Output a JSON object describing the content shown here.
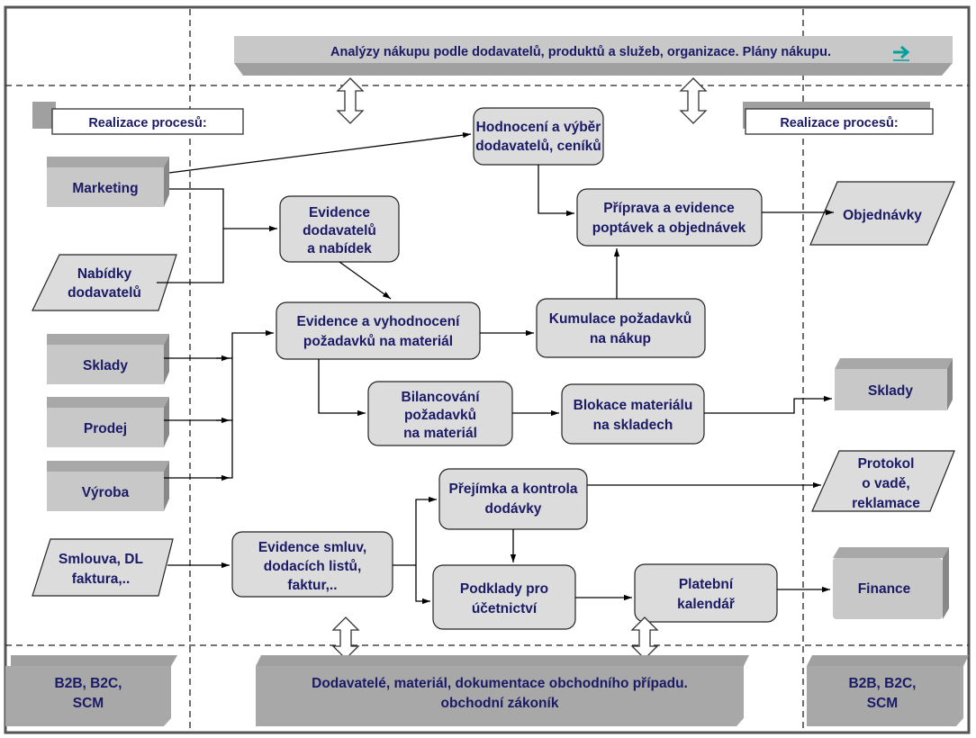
{
  "banner": {
    "top": "Analýzy nákupu podle dodavatelů, produktů a služeb, organizace. Plány nákupu.",
    "bottom": [
      "Dodavatelé, materiál, dokumentace obchodního případu.",
      "obchodní zákoník"
    ]
  },
  "left_header": "Realizace  procesů:",
  "right_header": "Realizace  procesů:",
  "left_sources": {
    "marketing": "Marketing",
    "nabidky": [
      "Nabídky",
      "dodavatelů"
    ],
    "sklady": "Sklady",
    "prodej": "Prodej",
    "vyroba": "Výroba",
    "smlouva": [
      "Smlouva, DL",
      "faktura,.."
    ]
  },
  "process": {
    "hodnoceni": [
      "Hodnocení a výběr",
      "dodavatelů, ceníků"
    ],
    "evidence_dodavatelu": [
      "Evidence",
      "dodavatelů",
      "a nabídek"
    ],
    "priprava": [
      "Příprava a evidence",
      "poptávek a objednávek"
    ],
    "evidence_pozadavku": [
      "Evidence a vyhodnocení",
      "požadavků na materiál"
    ],
    "kumulace": [
      "Kumulace požadavků",
      "na nákup"
    ],
    "bilancovani": [
      "Bilancování",
      "požadavků",
      "na materiál"
    ],
    "blokace": [
      "Blokace materiálu",
      "na skladech"
    ],
    "prejimka": [
      "Přejímka a kontrola",
      "dodávky"
    ],
    "evidence_smluv": [
      "Evidence smluv,",
      "dodacích listů,",
      "faktur,.."
    ],
    "podklady": [
      "Podklady pro",
      "účetnictví"
    ],
    "platebni": [
      "Platební",
      "kalendář"
    ]
  },
  "right_outputs": {
    "objednavky": "Objednávky",
    "sklady": "Sklady",
    "protokol": [
      "Protokol",
      "o vadě,",
      "reklamace"
    ],
    "finance": "Finance"
  },
  "bottom_left": [
    "B2B, B2C,",
    "SCM"
  ],
  "bottom_right": [
    "B2B, B2C,",
    "SCM"
  ],
  "colors": {
    "box_fill": "#dcdcdc",
    "text": "#1a1a66",
    "link_arrow": "#00a0a0"
  },
  "icons": {
    "link": "teal-right-arrow-icon"
  }
}
